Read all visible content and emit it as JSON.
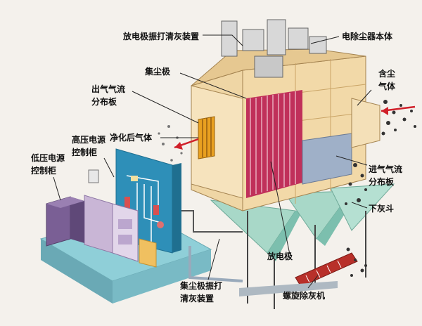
{
  "labels": {
    "rapping_discharge": "放电极振打清灰装置",
    "esp_body": "电除尘器本体",
    "collecting_plate": "集尘极",
    "outlet_distribution": "出气气流\n分布板",
    "dusty_gas": "含尘\n气体",
    "clean_gas": "净化后气体",
    "hv_cabinet": "高压电源\n控制柜",
    "lv_cabinet": "低压电源\n控制柜",
    "inlet_distribution": "进气气流\n分布板",
    "hopper": "下灰斗",
    "discharge_electrode": "放电极",
    "rapping_collecting": "集尘极振打\n清灰装置",
    "screw_conveyor": "螺旋除灰机"
  },
  "colors": {
    "casing": "#f2d9a8",
    "casing_dark": "#d9b57a",
    "hopper": "#a8d8c8",
    "hopper_dark": "#7cbfae",
    "plates_red": "#c0305a",
    "panel_blue": "#2e8fb8",
    "cabinet_purple": "#7a5f95",
    "floor": "#8fcfd8",
    "dust": "#333333",
    "arrow_red": "#d0202a",
    "screw_red": "#b8302a"
  }
}
